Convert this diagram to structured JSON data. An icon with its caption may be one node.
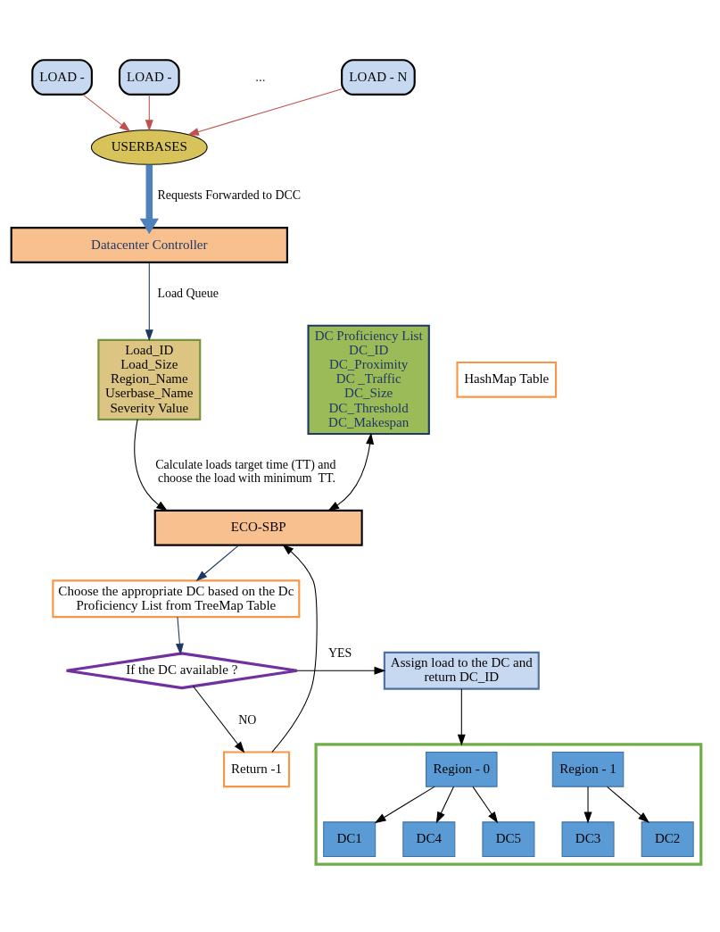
{
  "diagram": {
    "nodes": [
      {
        "text": [
          "LOAD -"
        ]
      },
      {
        "text": [
          "LOAD -"
        ]
      },
      {
        "text": [
          "LOAD - N"
        ]
      },
      {
        "text": [
          "USERBASES"
        ]
      },
      {
        "text": [
          "Datacenter Controller"
        ]
      },
      {
        "text": [
          "Load_ID",
          "Load_Size",
          "Region_Name",
          "Userbase_Name",
          "Severity Value"
        ]
      },
      {
        "text": [
          "HashMap Table"
        ]
      },
      {
        "text": [
          "DC Proficiency List",
          "DC_ID",
          "DC_Proximity",
          "DC _Traffic",
          "DC_Size",
          "DC_Threshold",
          "DC_Makespan"
        ]
      },
      {
        "text": [
          "ECO-SBP"
        ]
      },
      {
        "text": [
          "Choose the appropriate DC based on the Dc Proficiency List from TreeMap Table"
        ]
      },
      {
        "text": [
          "If the DC available ?"
        ]
      },
      {
        "text": [
          "Return -1"
        ]
      },
      {
        "text": [
          "Assign load to the DC and return DC_ID"
        ]
      },
      {
        "text": [],
        "shape": "box"
      },
      {
        "text": [
          "Region - 0"
        ],
        "in": 13
      },
      {
        "text": [
          "Region - 1"
        ],
        "in": 13
      },
      {
        "text": [
          "DC1"
        ],
        "in": 13
      },
      {
        "text": [
          "DC4"
        ],
        "in": 13
      },
      {
        "text": [
          "DC5"
        ],
        "in": 13
      },
      {
        "text": [
          "DC2"
        ],
        "in": 13
      },
      {
        "text": [
          "DC3"
        ],
        "in": 13
      }
    ],
    "edges": [
      {
        "from": 0,
        "to": 3,
        "arrow": "to",
        "color": "#c0504d"
      },
      {
        "from": 1,
        "to": 3,
        "arrow": "to",
        "color": "#c0504d"
      },
      {
        "from": 2,
        "to": 3,
        "arrow": "to",
        "color": "#c0504d"
      },
      {
        "from": 3,
        "to": 4,
        "arrow": "to",
        "label": "Requests Forwarded to DCC",
        "style": "thick",
        "color": "#4f81bd"
      },
      {
        "from": 4,
        "to": 5,
        "arrow": "to",
        "label": "Load Queue",
        "color": "#1f3864"
      },
      {
        "from": 5,
        "to": 8,
        "arrow": "to",
        "label": "Calculate loads target time (TT) and choose the load with minimum  TT."
      },
      {
        "from": 7,
        "to": 8,
        "arrow": "both"
      },
      {
        "from": 8,
        "to": 9,
        "arrow": "to",
        "color": "#1f3864"
      },
      {
        "from": 9,
        "to": 10,
        "arrow": "to",
        "color": "#1f3864"
      },
      {
        "from": 10,
        "to": 11,
        "arrow": "to",
        "label": "NO"
      },
      {
        "from": 11,
        "to": 8,
        "arrow": "to"
      },
      {
        "from": 10,
        "to": 12,
        "arrow": "to",
        "label": "YES"
      },
      {
        "from": 12,
        "to": 13,
        "arrow": "to"
      },
      {
        "from": 14,
        "to": 16,
        "arrow": "to"
      },
      {
        "from": 14,
        "to": 17,
        "arrow": "to"
      },
      {
        "from": 14,
        "to": 18,
        "arrow": "to"
      },
      {
        "from": 15,
        "to": 19,
        "arrow": "to"
      },
      {
        "from": 15,
        "to": 20,
        "arrow": "to"
      }
    ],
    "labels": [
      "..."
    ]
  }
}
